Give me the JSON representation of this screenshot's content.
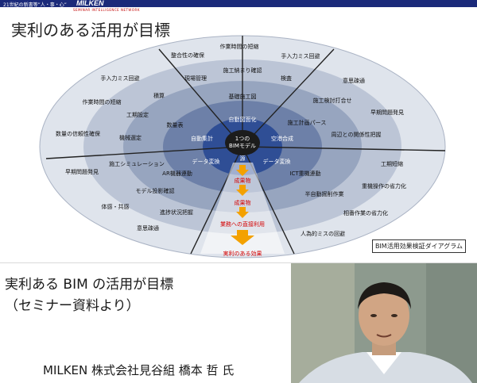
{
  "slide": {
    "header_tag": "21世紀の新書等”人・事・心”",
    "logo": "MILKEN",
    "logo_sub": "SEMINAR INTELLIGENCE NETWORK",
    "title": "実利のある活用が目標",
    "diagram_label": "BIM活用効果検証ダイアグラム"
  },
  "diagram": {
    "center_label": [
      "1つの",
      "BIMモデル"
    ],
    "source_label": "源",
    "ring1_labels": [
      "自動図面化",
      "空港合成",
      "データ変換",
      "データ変換",
      "自動集計"
    ],
    "ring2_labels": [
      "施工納まり確認",
      "基礎施工図",
      "施工計画パース",
      "ICT重機連動",
      "AR機器連動",
      "数量表",
      "機械選定",
      "積算"
    ],
    "ring3_labels": [
      "整合性の確保",
      "現場管理",
      "検査",
      "施工検討打合せ",
      "周辺との関係性把握",
      "半自動掘削作業",
      "進捗状況把握",
      "モデル投影確認",
      "施工シミュレーション",
      "工期設定",
      "作業時間の短縮"
    ],
    "ring4_labels": [
      "作業時間の短縮",
      "手入力ミス回避",
      "意思疎通",
      "早期問題発見",
      "工期短縮",
      "重機操作の省力化",
      "相番作業の省力化",
      "人為的ミスの回避",
      "意思疎通",
      "体感・共感",
      "早期問題発見",
      "数量の信頼性確保",
      "手入力ミス回避"
    ],
    "flow_labels": [
      "成果物",
      "成果物",
      "業務への直接利用",
      "実利のある効果"
    ]
  },
  "caption": {
    "line1": "実利ある BIM の活用が目標",
    "line2": "（セミナー資料より）"
  },
  "credit": "MILKEN 株式会社見谷組  橋本 哲 氏",
  "colors": {
    "ring_outer": "#dfe4ec",
    "ring_4": "#bcc5d6",
    "ring_3": "#97a5bf",
    "ring_2": "#6d80a8",
    "ring_1": "#2f4e95",
    "center": "#1c1c1c",
    "flow_arrow": "#f3a100",
    "flow_text": "#d40000",
    "header": "#1b2a7a"
  }
}
